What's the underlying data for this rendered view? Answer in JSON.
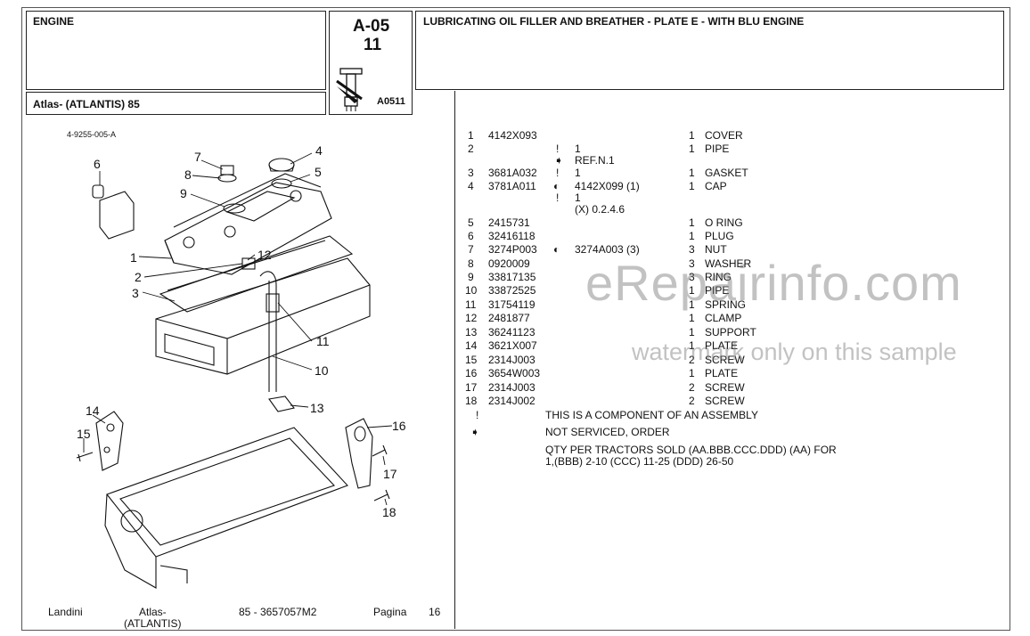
{
  "header": {
    "section": "ENGINE",
    "model": "Atlas- (ATLANTIS) 85",
    "code": "A-05",
    "subcode": "11",
    "plate_code": "A0511",
    "title": "LUBRICATING OIL FILLER AND BREATHER - PLATE E - WITH BLU ENGINE"
  },
  "drawing": {
    "ref": "4-9255-005-A",
    "callouts": [
      "1",
      "2",
      "3",
      "4",
      "5",
      "6",
      "7",
      "8",
      "9",
      "10",
      "11",
      "12",
      "13",
      "14",
      "15",
      "16",
      "17",
      "18"
    ]
  },
  "parts": [
    {
      "n": "1",
      "code": "4142X093",
      "mark": "",
      "alt": "",
      "qty": "1",
      "desc": "COVER"
    },
    {
      "n": "2",
      "code": "",
      "mark": "!",
      "alt": "1",
      "qty": "1",
      "desc": "PIPE"
    },
    {
      "n": "",
      "code": "",
      "mark": "➧",
      "alt": "REF.N.1",
      "qty": "",
      "desc": ""
    },
    {
      "n": "3",
      "code": "3681A032",
      "mark": "!",
      "alt": "1",
      "qty": "1",
      "desc": "GASKET"
    },
    {
      "n": "4",
      "code": "3781A011",
      "mark": "◐",
      "alt": "4142X099  (1)",
      "qty": "1",
      "desc": "CAP"
    },
    {
      "n": "",
      "code": "",
      "mark": "!",
      "alt": "1",
      "qty": "",
      "desc": ""
    },
    {
      "n": "",
      "code": "",
      "mark": "",
      "alt": "(X) 0.2.4.6",
      "qty": "",
      "desc": ""
    },
    {
      "n": "5",
      "code": "2415731",
      "mark": "",
      "alt": "",
      "qty": "1",
      "desc": "O RING"
    },
    {
      "n": "6",
      "code": "32416118",
      "mark": "",
      "alt": "",
      "qty": "1",
      "desc": "PLUG"
    },
    {
      "n": "7",
      "code": "3274P003",
      "mark": "◐",
      "alt": "3274A003  (3)",
      "qty": "3",
      "desc": "NUT"
    },
    {
      "n": "8",
      "code": "0920009",
      "mark": "",
      "alt": "",
      "qty": "3",
      "desc": "WASHER"
    },
    {
      "n": "9",
      "code": "33817135",
      "mark": "",
      "alt": "",
      "qty": "3",
      "desc": "RING"
    },
    {
      "n": "10",
      "code": "33872525",
      "mark": "",
      "alt": "",
      "qty": "1",
      "desc": "PIPE"
    },
    {
      "n": "11",
      "code": "31754119",
      "mark": "",
      "alt": "",
      "qty": "1",
      "desc": "SPRING"
    },
    {
      "n": "12",
      "code": "2481877",
      "mark": "",
      "alt": "",
      "qty": "1",
      "desc": "CLAMP"
    },
    {
      "n": "13",
      "code": "36241123",
      "mark": "",
      "alt": "",
      "qty": "1",
      "desc": "SUPPORT"
    },
    {
      "n": "14",
      "code": "3621X007",
      "mark": "",
      "alt": "",
      "qty": "1",
      "desc": "PLATE"
    },
    {
      "n": "15",
      "code": "2314J003",
      "mark": "",
      "alt": "",
      "qty": "2",
      "desc": "SCREW"
    },
    {
      "n": "16",
      "code": "3654W003",
      "mark": "",
      "alt": "",
      "qty": "1",
      "desc": "PLATE"
    },
    {
      "n": "17",
      "code": "2314J003",
      "mark": "",
      "alt": "",
      "qty": "2",
      "desc": "SCREW"
    },
    {
      "n": "18",
      "code": "2314J002",
      "mark": "",
      "alt": "",
      "qty": "2",
      "desc": "SCREW"
    }
  ],
  "legend": {
    "component_symbol": "!",
    "component_text": "THIS IS A COMPONENT OF AN ASSEMBLY",
    "not_serviced_symbol": "➧",
    "not_serviced_text": "NOT SERVICED, ORDER",
    "qty_line1": "QTY PER TRACTORS SOLD  (AA.BBB.CCC.DDD) (AA) FOR",
    "qty_line2": "1,(BBB) 2-10 (CCC) 11-25 (DDD) 26-50"
  },
  "watermark": {
    "main": "eRepairinfo.com",
    "sub": "watermark only on this sample"
  },
  "footer": {
    "brand": "Landini",
    "model_line1": "Atlas-",
    "model_line2": "(ATLANTIS)",
    "number": "85 - 3657057M2",
    "page_label": "Pagina",
    "page_number": "16"
  }
}
